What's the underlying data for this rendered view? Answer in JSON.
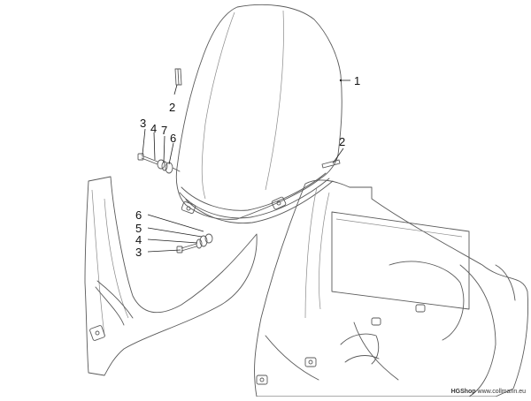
{
  "diagram": {
    "callouts": [
      {
        "id": "c1",
        "label": "1"
      },
      {
        "id": "c2a",
        "label": "2"
      },
      {
        "id": "c2b",
        "label": "2"
      },
      {
        "id": "c3a",
        "label": "3"
      },
      {
        "id": "c4a",
        "label": "4"
      },
      {
        "id": "c7",
        "label": "7"
      },
      {
        "id": "c6a",
        "label": "6"
      },
      {
        "id": "c6b",
        "label": "6"
      },
      {
        "id": "c5",
        "label": "5"
      },
      {
        "id": "c4b",
        "label": "4"
      },
      {
        "id": "c3b",
        "label": "3"
      }
    ]
  },
  "watermark": {
    "shop": "HGShop",
    "site": "www.collmann.eu"
  }
}
